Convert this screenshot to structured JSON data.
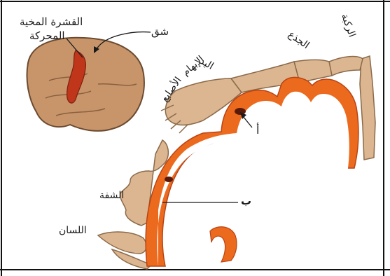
{
  "labels": {
    "motor_cortex_line1": "القشرة المخية",
    "motor_cortex_line2": "المحركة",
    "fissure": "شق",
    "trunk": "الجذع",
    "knee": "الركبة",
    "hand": "اليد",
    "thumb": "الإبهام",
    "fingers": "الأصابع",
    "marker_a": "أ",
    "lips": "الشفة",
    "marker_b": "ب",
    "tongue": "اللسان"
  },
  "colors": {
    "background": "#ffffff",
    "brain_fill": "#c8956a",
    "brain_outline": "#6b4a30",
    "cortex_strip": "#c0361b",
    "cortex_outer": "#ec6a1e",
    "cortex_inner": "#ffffff",
    "skin": "#dcb690",
    "skin_outline": "#8a6a4a",
    "frame": "#111111"
  }
}
